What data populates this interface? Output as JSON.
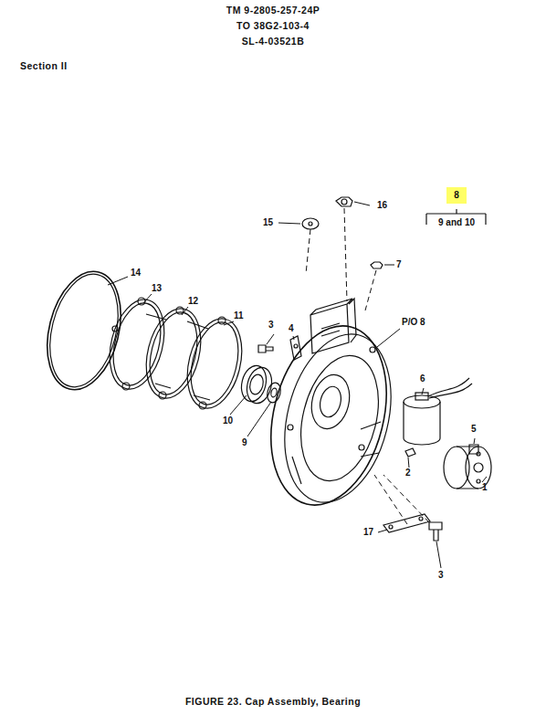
{
  "diagram": {
    "caption": "FIGURE 23. Cap Assembly, Bearing",
    "labels": [
      "TM 9-2805-257-24P",
      "TO 38G2-103-4",
      "SL-4-03521B",
      "Section II",
      "8",
      "9 and 10",
      "16",
      "15",
      "7",
      "14",
      "13",
      "12",
      "11",
      "3",
      "4",
      "P/O 8",
      "6",
      "5",
      "10",
      "9",
      "2",
      "1",
      "17",
      "3"
    ]
  }
}
